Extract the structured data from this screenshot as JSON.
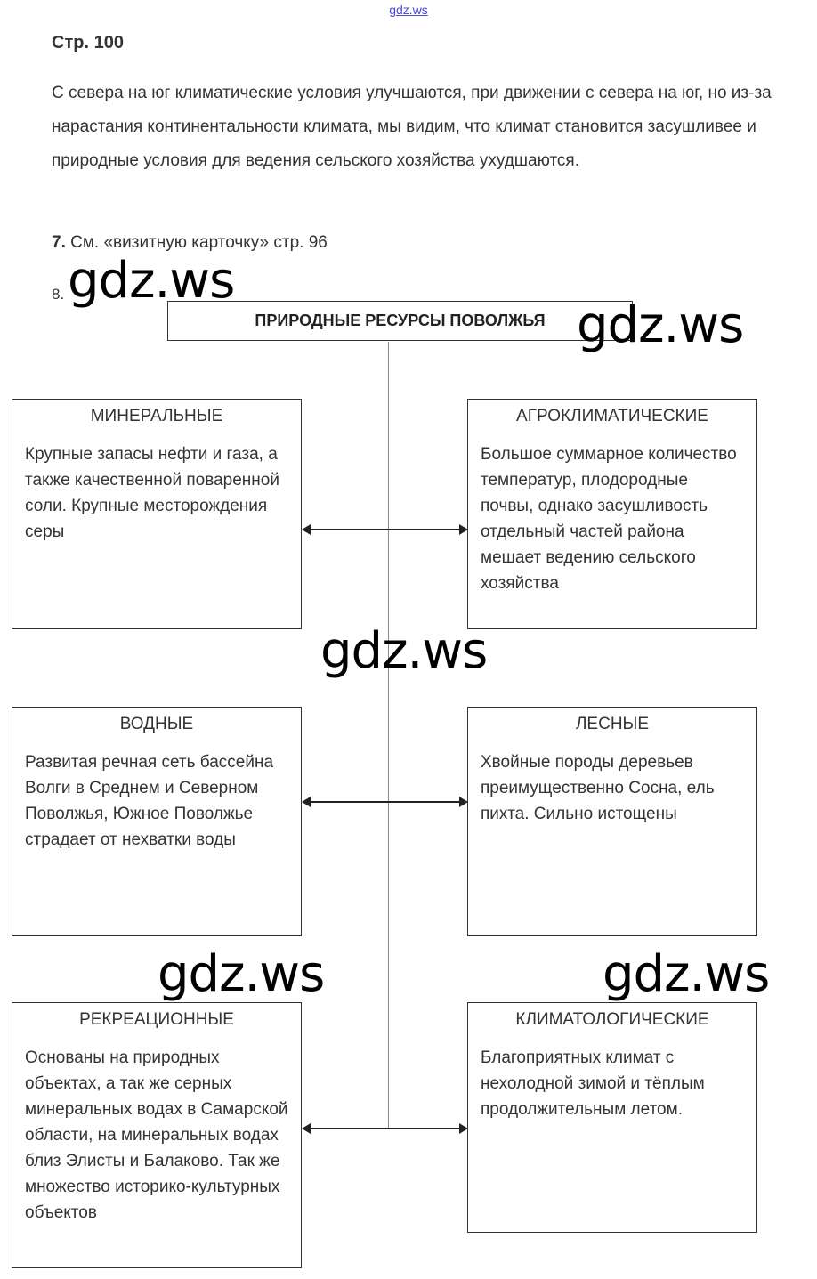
{
  "watermark_link": "gdz.ws",
  "watermark": "gdz.ws",
  "heading": "Стр. 100",
  "paragraph": "С севера на юг климатические условия улучшаются, при движении с севера на юг, но из-за нарастания континентальности климата, мы видим, что климат становится засушливее и природные условия для ведения сельского хозяйства ухудшаются.",
  "item7": {
    "number": "7.",
    "text": " См. «визитную карточку» стр. 96"
  },
  "item8": {
    "number": "8."
  },
  "diagram": {
    "title": "ПРИРОДНЫЕ РЕСУРСЫ ПОВОЛЖЬЯ",
    "boxes": [
      {
        "title": "МИНЕРАЛЬНЫЕ",
        "text": "Крупные запасы нефти и газа, а также качественной поваренной соли. Крупные месторождения серы"
      },
      {
        "title": "АГРОКЛИМАТИЧЕСКИЕ",
        "text": "Большое суммарное количество температур, плодородные почвы, однако засушливость отдельный частей района мешает ведению сельского хозяйства"
      },
      {
        "title": "ВОДНЫЕ",
        "text": "Развитая речная сеть бассейна Волги в Среднем и Северном Поволжья, Южное Поволжье страдает от нехватки воды"
      },
      {
        "title": "ЛЕСНЫЕ",
        "text": "Хвойные породы деревьев преимущественно Сосна, ель пихта. Сильно истощены"
      },
      {
        "title": "РЕКРЕАЦИОННЫЕ",
        "text": "Основаны на природных объектах, а так же серных минеральных водах в Самарской области, на минеральных водах близ Элисты и Балаково. Так же множество историко-культурных объектов"
      },
      {
        "title": "КЛИМАТОЛОГИЧЕСКИЕ",
        "text": "Благоприятных климат с нехолодной зимой и тёплым продолжительным летом."
      }
    ]
  }
}
